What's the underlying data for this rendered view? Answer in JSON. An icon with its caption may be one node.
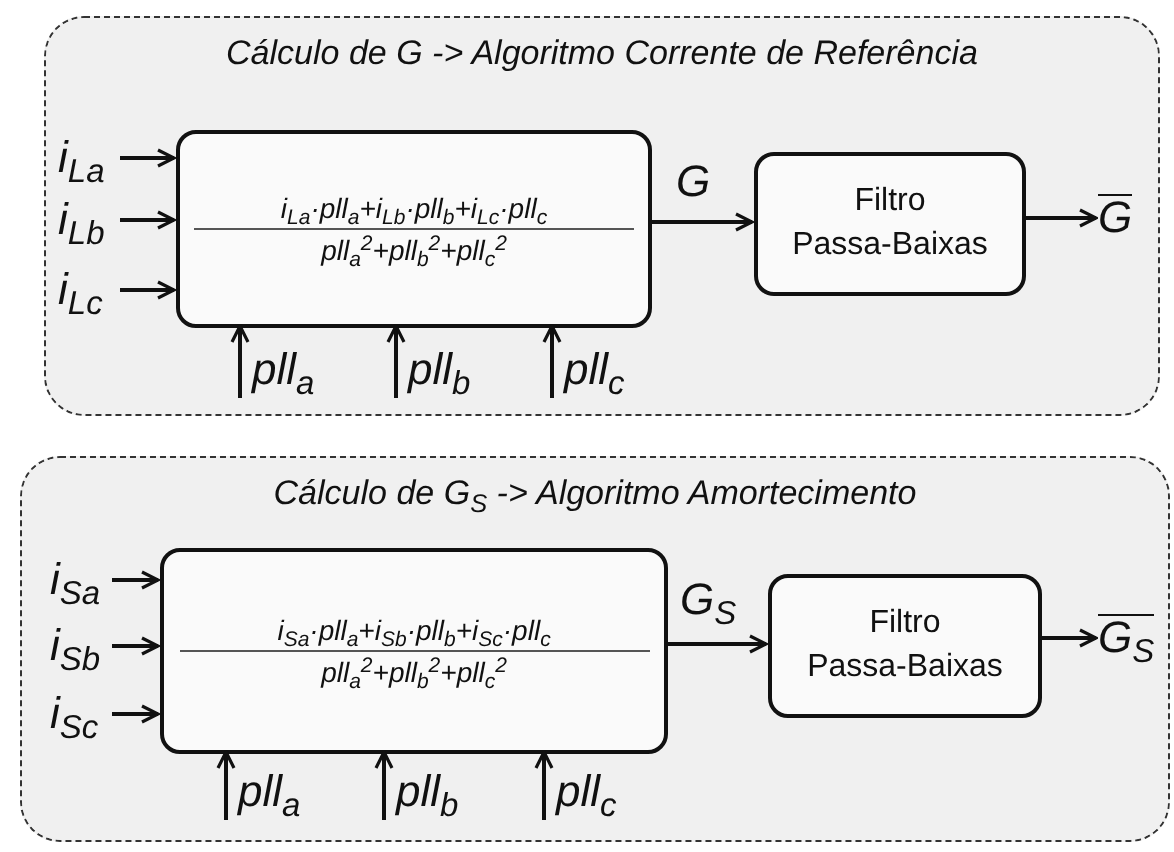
{
  "diagram": {
    "nodes": [
      {
        "text": [
          "Cálculo de G -> Algoritmo Corrente de Referência"
        ]
      },
      {
        "text": [
          "i$_{La}$"
        ],
        "in": 0
      },
      {
        "text": [
          "i$_{Lb}$"
        ],
        "in": 0
      },
      {
        "text": [
          "i$_{Lc}$"
        ],
        "in": 0
      },
      {
        "text": [
          "i$_{La}$·pll$_{a}$+i$_{Lb}$·pll$_{b}$+i$_{Lc}$·pll$_{c}$",
          "pll$_{a}$$^{2}$+pll$_{b}$$^{2}$+pll$_{c}$$^{2}$"
        ],
        "in": 0
      },
      {
        "text": [
          "Filtro Passa-Baixas"
        ],
        "in": 0
      },
      {
        "text": [
          "G"
        ],
        "in": 0
      },
      {
        "text": [
          "pll$_{a}$"
        ],
        "in": 0
      },
      {
        "text": [
          "pll$_{b}$"
        ],
        "in": 0
      },
      {
        "text": [
          "pll$_{c}$"
        ],
        "in": 0
      },
      {
        "text": [
          "Cálculo de G$_{S}$ -> Algoritmo Amortecimento"
        ]
      },
      {
        "text": [
          "i$_{Sa}$"
        ],
        "in": 10
      },
      {
        "text": [
          "i$_{Sb}$"
        ],
        "in": 10
      },
      {
        "text": [
          "i$_{Sc}$"
        ],
        "in": 10
      },
      {
        "text": [
          "i$_{Sa}$·pll$_{a}$+i$_{Sb}$·pll$_{b}$+i$_{Sc}$·pll$_{c}$",
          "pll$_{a}$$^{2}$+pll$_{b}$$^{2}$+pll$_{c}$$^{2}$"
        ],
        "in": 10
      },
      {
        "text": [
          "Filtro Passa-Baixas"
        ],
        "in": 10
      },
      {
        "text": [
          "G$_{S}$"
        ],
        "in": 10
      },
      {
        "text": [
          "pll$_{a}$"
        ],
        "in": 10
      },
      {
        "text": [
          "pll$_{b}$"
        ],
        "in": 10
      },
      {
        "text": [
          "pll$_{c}$"
        ],
        "in": 10
      }
    ],
    "edges": [
      {
        "from": 1,
        "to": 4,
        "arrow": "to"
      },
      {
        "from": 2,
        "to": 4,
        "arrow": "to"
      },
      {
        "from": 3,
        "to": 4,
        "arrow": "to"
      },
      {
        "from": 4,
        "to": 5,
        "arrow": "to",
        "label": "G"
      },
      {
        "from": 5,
        "to": 6,
        "arrow": "to"
      },
      {
        "from": 7,
        "to": 4,
        "arrow": "to"
      },
      {
        "from": 8,
        "to": 4,
        "arrow": "to"
      },
      {
        "from": 9,
        "to": 4,
        "arrow": "to"
      },
      {
        "from": 11,
        "to": 14,
        "arrow": "to"
      },
      {
        "from": 12,
        "to": 14,
        "arrow": "to"
      },
      {
        "from": 13,
        "to": 14,
        "arrow": "to"
      },
      {
        "from": 14,
        "to": 15,
        "arrow": "to",
        "label": "G$_{S}$"
      },
      {
        "from": 15,
        "to": 16,
        "arrow": "to"
      },
      {
        "from": 17,
        "to": 14,
        "arrow": "to"
      },
      {
        "from": 18,
        "to": 14,
        "arrow": "to"
      },
      {
        "from": 19,
        "to": 14,
        "arrow": "to"
      }
    ]
  }
}
